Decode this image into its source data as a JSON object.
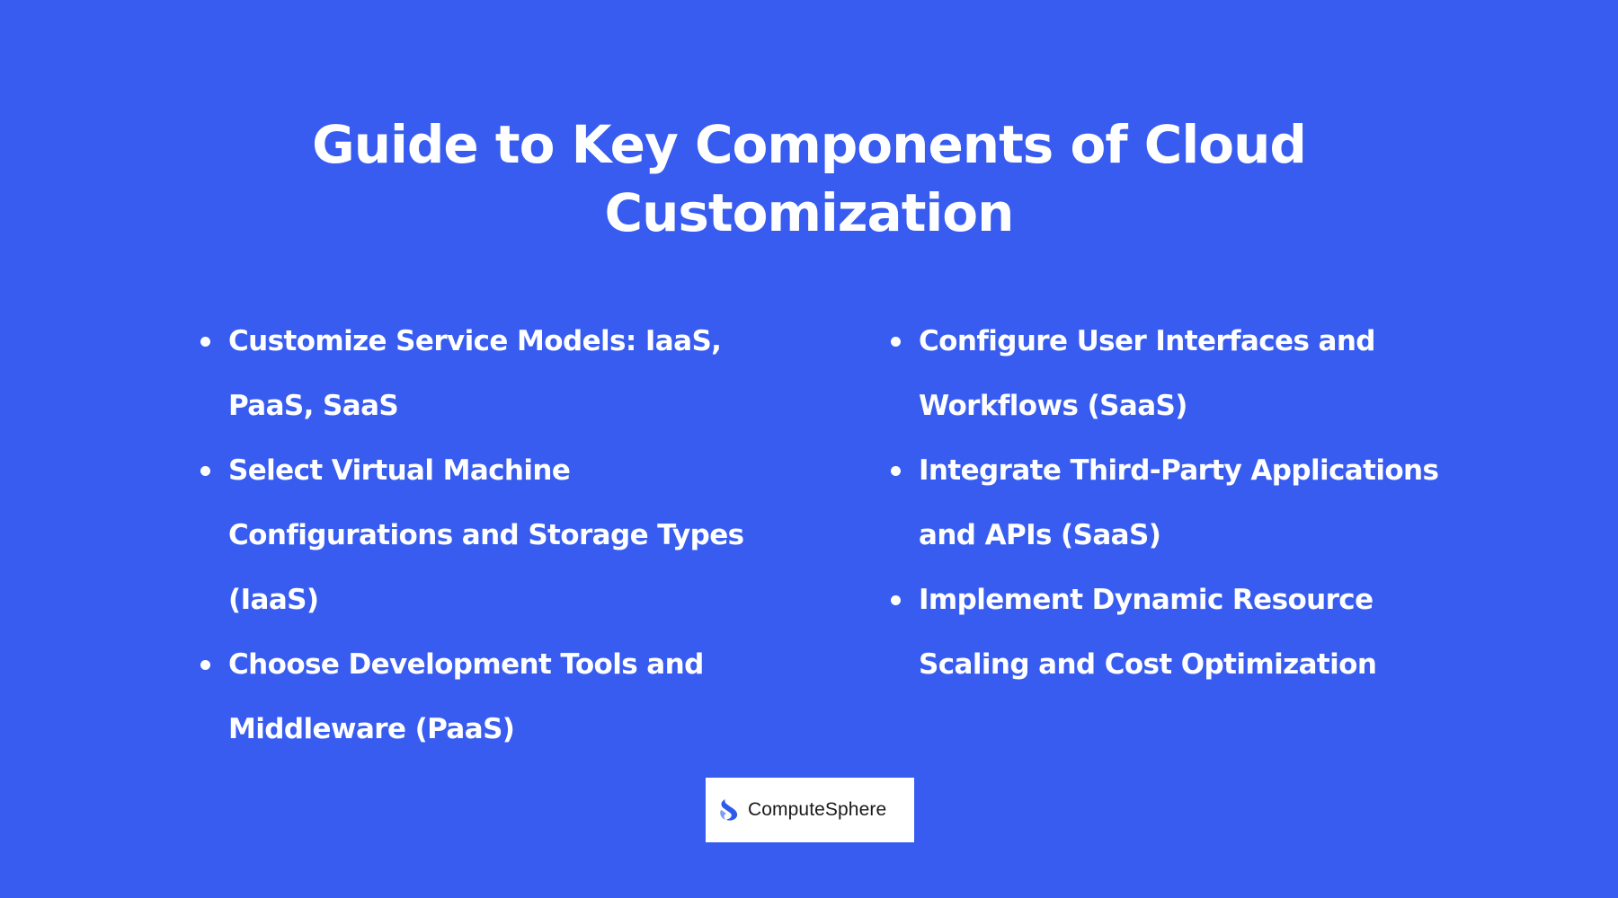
{
  "title": {
    "line1": "Guide to Key Components of Cloud",
    "line2": "Customization"
  },
  "left_column": {
    "items": [
      {
        "text": "Customize Service Models: IaaS, PaaS, SaaS"
      },
      {
        "text": "Select Virtual Machine Configurations and Storage Types (IaaS)"
      },
      {
        "text": "Choose Development Tools and Middleware (PaaS)"
      }
    ]
  },
  "right_column": {
    "items": [
      {
        "text": "Configure User Interfaces and Workflows (SaaS)"
      },
      {
        "text": "Integrate Third-Party Applications and APIs (SaaS)"
      },
      {
        "text": "Implement Dynamic Resource Scaling and Cost Optimization"
      }
    ]
  },
  "logo": {
    "name": "ComputeSphere",
    "icon": "computesphere-logo-icon"
  },
  "colors": {
    "background": "#375cef",
    "text": "#ffffff",
    "logo_accent": "#2f5bea"
  }
}
